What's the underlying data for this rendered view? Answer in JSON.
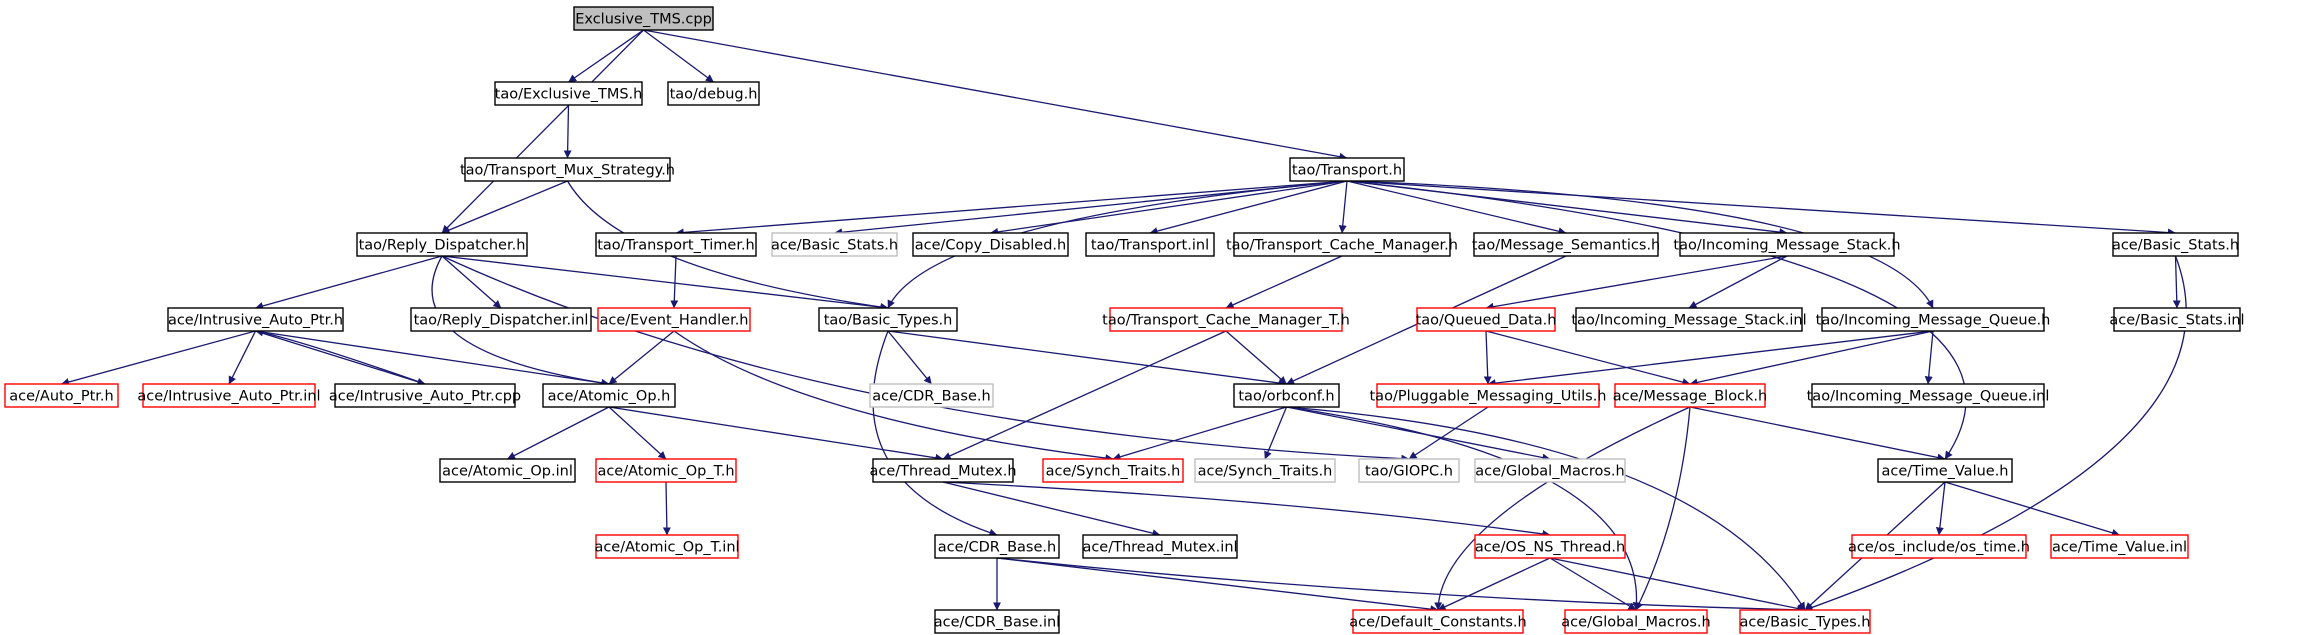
{
  "graph": {
    "colors": {
      "edge": "#191970",
      "root_fill": "#bfbfbf",
      "normal_border": "#000000",
      "truncated_border": "#ff0000",
      "external_border": "#bfbfbf",
      "external_text": "#7f7f7f"
    },
    "nodes": {
      "exclusive_tms_cpp": {
        "label": "Exclusive_TMS.cpp",
        "kind": "root"
      },
      "tao_exclusive_tms_h": {
        "label": "tao/Exclusive_TMS.h",
        "kind": "normal"
      },
      "tao_debug_h": {
        "label": "tao/debug.h",
        "kind": "normal"
      },
      "tao_transport_h": {
        "label": "tao/Transport.h",
        "kind": "normal"
      },
      "tao_transport_mux_strategy_h": {
        "label": "tao/Transport_Mux_Strategy.h",
        "kind": "normal"
      },
      "tao_reply_dispatcher_h": {
        "label": "tao/Reply_Dispatcher.h",
        "kind": "normal"
      },
      "tao_transport_timer_h": {
        "label": "tao/Transport_Timer.h",
        "kind": "normal"
      },
      "ace_basic_stats_h_ext": {
        "label": "ace/Basic_Stats.h",
        "kind": "external"
      },
      "ace_copy_disabled_h": {
        "label": "ace/Copy_Disabled.h",
        "kind": "normal"
      },
      "tao_transport_inl": {
        "label": "tao/Transport.inl",
        "kind": "normal"
      },
      "tao_transport_cache_manager_h": {
        "label": "tao/Transport_Cache_Manager.h",
        "kind": "normal"
      },
      "tao_message_semantics_h": {
        "label": "tao/Message_Semantics.h",
        "kind": "normal"
      },
      "tao_incoming_message_stack_h": {
        "label": "tao/Incoming_Message_Stack.h",
        "kind": "normal"
      },
      "ace_basic_stats_h": {
        "label": "ace/Basic_Stats.h",
        "kind": "normal"
      },
      "ace_intrusive_auto_ptr_h": {
        "label": "ace/Intrusive_Auto_Ptr.h",
        "kind": "normal"
      },
      "tao_reply_dispatcher_inl": {
        "label": "tao/Reply_Dispatcher.inl",
        "kind": "normal"
      },
      "ace_event_handler_h": {
        "label": "ace/Event_Handler.h",
        "kind": "truncated"
      },
      "tao_basic_types_h": {
        "label": "tao/Basic_Types.h",
        "kind": "normal"
      },
      "tao_transport_cache_manager_t_h": {
        "label": "tao/Transport_Cache_Manager_T.h",
        "kind": "truncated"
      },
      "tao_queued_data_h": {
        "label": "tao/Queued_Data.h",
        "kind": "truncated"
      },
      "tao_incoming_message_stack_inl": {
        "label": "tao/Incoming_Message_Stack.inl",
        "kind": "normal"
      },
      "tao_incoming_message_queue_h": {
        "label": "tao/Incoming_Message_Queue.h",
        "kind": "normal"
      },
      "ace_basic_stats_inl": {
        "label": "ace/Basic_Stats.inl",
        "kind": "normal"
      },
      "ace_auto_ptr_h": {
        "label": "ace/Auto_Ptr.h",
        "kind": "truncated"
      },
      "ace_intrusive_auto_ptr_inl": {
        "label": "ace/Intrusive_Auto_Ptr.inl",
        "kind": "truncated"
      },
      "ace_intrusive_auto_ptr_cpp": {
        "label": "ace/Intrusive_Auto_Ptr.cpp",
        "kind": "normal"
      },
      "ace_atomic_op_h": {
        "label": "ace/Atomic_Op.h",
        "kind": "normal"
      },
      "ace_cdr_base_h_ext": {
        "label": "ace/CDR_Base.h",
        "kind": "external"
      },
      "tao_orbconf_h": {
        "label": "tao/orbconf.h",
        "kind": "normal"
      },
      "tao_pluggable_messaging_utils_h": {
        "label": "tao/Pluggable_Messaging_Utils.h",
        "kind": "truncated"
      },
      "ace_message_block_h": {
        "label": "ace/Message_Block.h",
        "kind": "truncated"
      },
      "tao_incoming_message_queue_inl": {
        "label": "tao/Incoming_Message_Queue.inl",
        "kind": "normal"
      },
      "ace_atomic_op_inl": {
        "label": "ace/Atomic_Op.inl",
        "kind": "normal"
      },
      "ace_atomic_op_t_h": {
        "label": "ace/Atomic_Op_T.h",
        "kind": "truncated"
      },
      "ace_thread_mutex_h": {
        "label": "ace/Thread_Mutex.h",
        "kind": "normal"
      },
      "ace_synch_traits_h": {
        "label": "ace/Synch_Traits.h",
        "kind": "truncated"
      },
      "ace_synch_traits_h_ext": {
        "label": "ace/Synch_Traits.h",
        "kind": "external"
      },
      "tao_giopc_h": {
        "label": "tao/GIOPC.h",
        "kind": "external"
      },
      "ace_global_macros_h_ext": {
        "label": "ace/Global_Macros.h",
        "kind": "external"
      },
      "ace_time_value_h": {
        "label": "ace/Time_Value.h",
        "kind": "normal"
      },
      "ace_atomic_op_t_inl": {
        "label": "ace/Atomic_Op_T.inl",
        "kind": "truncated"
      },
      "ace_cdr_base_h": {
        "label": "ace/CDR_Base.h",
        "kind": "normal"
      },
      "ace_thread_mutex_inl": {
        "label": "ace/Thread_Mutex.inl",
        "kind": "normal"
      },
      "ace_os_ns_thread_h": {
        "label": "ace/OS_NS_Thread.h",
        "kind": "truncated"
      },
      "ace_os_include_os_time_h": {
        "label": "ace/os_include/os_time.h",
        "kind": "truncated"
      },
      "ace_time_value_inl": {
        "label": "ace/Time_Value.inl",
        "kind": "truncated"
      },
      "ace_cdr_base_inl": {
        "label": "ace/CDR_Base.inl",
        "kind": "normal"
      },
      "ace_default_constants_h": {
        "label": "ace/Default_Constants.h",
        "kind": "truncated"
      },
      "ace_global_macros_h": {
        "label": "ace/Global_Macros.h",
        "kind": "truncated"
      },
      "ace_basic_types_h": {
        "label": "ace/Basic_Types.h",
        "kind": "truncated"
      }
    },
    "edges": [
      [
        "exclusive_tms_cpp",
        "tao_exclusive_tms_h"
      ],
      [
        "exclusive_tms_cpp",
        "tao_debug_h"
      ],
      [
        "exclusive_tms_cpp",
        "tao_transport_h"
      ],
      [
        "exclusive_tms_cpp",
        "tao_reply_dispatcher_h"
      ],
      [
        "tao_exclusive_tms_h",
        "tao_transport_mux_strategy_h"
      ],
      [
        "tao_transport_mux_strategy_h",
        "tao_reply_dispatcher_h"
      ],
      [
        "tao_transport_mux_strategy_h",
        "tao_basic_types_h"
      ],
      [
        "tao_transport_h",
        "tao_transport_timer_h"
      ],
      [
        "tao_transport_h",
        "ace_basic_stats_h_ext"
      ],
      [
        "tao_transport_h",
        "ace_copy_disabled_h"
      ],
      [
        "tao_transport_h",
        "tao_transport_inl"
      ],
      [
        "tao_transport_h",
        "tao_transport_cache_manager_h"
      ],
      [
        "tao_transport_h",
        "tao_message_semantics_h"
      ],
      [
        "tao_transport_h",
        "tao_incoming_message_stack_h"
      ],
      [
        "tao_transport_h",
        "tao_incoming_message_queue_h"
      ],
      [
        "tao_transport_h",
        "ace_basic_stats_h"
      ],
      [
        "tao_transport_h",
        "ace_time_value_h"
      ],
      [
        "tao_transport_h",
        "tao_basic_types_h"
      ],
      [
        "tao_reply_dispatcher_h",
        "ace_intrusive_auto_ptr_h"
      ],
      [
        "tao_reply_dispatcher_h",
        "tao_reply_dispatcher_inl"
      ],
      [
        "tao_reply_dispatcher_h",
        "tao_basic_types_h"
      ],
      [
        "tao_reply_dispatcher_h",
        "ace_atomic_op_h"
      ],
      [
        "tao_reply_dispatcher_h",
        "tao_giopc_h"
      ],
      [
        "tao_transport_timer_h",
        "ace_event_handler_h"
      ],
      [
        "tao_transport_cache_manager_h",
        "tao_transport_cache_manager_t_h"
      ],
      [
        "tao_message_semantics_h",
        "tao_orbconf_h"
      ],
      [
        "tao_incoming_message_stack_h",
        "tao_queued_data_h"
      ],
      [
        "tao_incoming_message_stack_h",
        "tao_incoming_message_stack_inl"
      ],
      [
        "ace_basic_stats_h",
        "ace_basic_stats_inl"
      ],
      [
        "ace_basic_stats_h",
        "ace_basic_types_h"
      ],
      [
        "ace_intrusive_auto_ptr_h",
        "ace_auto_ptr_h"
      ],
      [
        "ace_intrusive_auto_ptr_h",
        "ace_intrusive_auto_ptr_inl"
      ],
      [
        "ace_intrusive_auto_ptr_h",
        "ace_intrusive_auto_ptr_cpp"
      ],
      [
        "ace_intrusive_auto_ptr_h",
        "ace_atomic_op_h"
      ],
      [
        "ace_intrusive_auto_ptr_cpp",
        "ace_intrusive_auto_ptr_h"
      ],
      [
        "ace_event_handler_h",
        "ace_atomic_op_h"
      ],
      [
        "ace_event_handler_h",
        "ace_synch_traits_h"
      ],
      [
        "tao_basic_types_h",
        "ace_cdr_base_h_ext"
      ],
      [
        "tao_basic_types_h",
        "tao_orbconf_h"
      ],
      [
        "tao_basic_types_h",
        "ace_cdr_base_h"
      ],
      [
        "tao_transport_cache_manager_t_h",
        "tao_orbconf_h"
      ],
      [
        "tao_transport_cache_manager_t_h",
        "ace_thread_mutex_h"
      ],
      [
        "tao_queued_data_h",
        "tao_pluggable_messaging_utils_h"
      ],
      [
        "tao_queued_data_h",
        "ace_message_block_h"
      ],
      [
        "tao_incoming_message_queue_h",
        "tao_pluggable_messaging_utils_h"
      ],
      [
        "tao_incoming_message_queue_h",
        "ace_message_block_h"
      ],
      [
        "tao_incoming_message_queue_h",
        "tao_incoming_message_queue_inl"
      ],
      [
        "ace_atomic_op_h",
        "ace_atomic_op_inl"
      ],
      [
        "ace_atomic_op_h",
        "ace_atomic_op_t_h"
      ],
      [
        "ace_atomic_op_h",
        "ace_thread_mutex_h"
      ],
      [
        "ace_atomic_op_t_h",
        "ace_atomic_op_t_inl"
      ],
      [
        "tao_orbconf_h",
        "ace_synch_traits_h"
      ],
      [
        "tao_orbconf_h",
        "ace_synch_traits_h_ext"
      ],
      [
        "tao_orbconf_h",
        "ace_global_macros_h_ext"
      ],
      [
        "tao_orbconf_h",
        "ace_global_macros_h"
      ],
      [
        "tao_orbconf_h",
        "ace_basic_types_h"
      ],
      [
        "tao_pluggable_messaging_utils_h",
        "tao_giopc_h"
      ],
      [
        "ace_message_block_h",
        "ace_time_value_h"
      ],
      [
        "ace_message_block_h",
        "ace_default_constants_h"
      ],
      [
        "ace_message_block_h",
        "ace_global_macros_h"
      ],
      [
        "ace_thread_mutex_h",
        "ace_thread_mutex_inl"
      ],
      [
        "ace_thread_mutex_h",
        "ace_os_ns_thread_h"
      ],
      [
        "ace_time_value_h",
        "ace_os_include_os_time_h"
      ],
      [
        "ace_time_value_h",
        "ace_time_value_inl"
      ],
      [
        "ace_time_value_h",
        "ace_basic_types_h"
      ],
      [
        "ace_cdr_base_h",
        "ace_cdr_base_inl"
      ],
      [
        "ace_cdr_base_h",
        "ace_default_constants_h"
      ],
      [
        "ace_cdr_base_h",
        "ace_basic_types_h"
      ],
      [
        "ace_os_ns_thread_h",
        "ace_default_constants_h"
      ],
      [
        "ace_os_ns_thread_h",
        "ace_global_macros_h"
      ],
      [
        "ace_os_ns_thread_h",
        "ace_basic_types_h"
      ]
    ]
  }
}
